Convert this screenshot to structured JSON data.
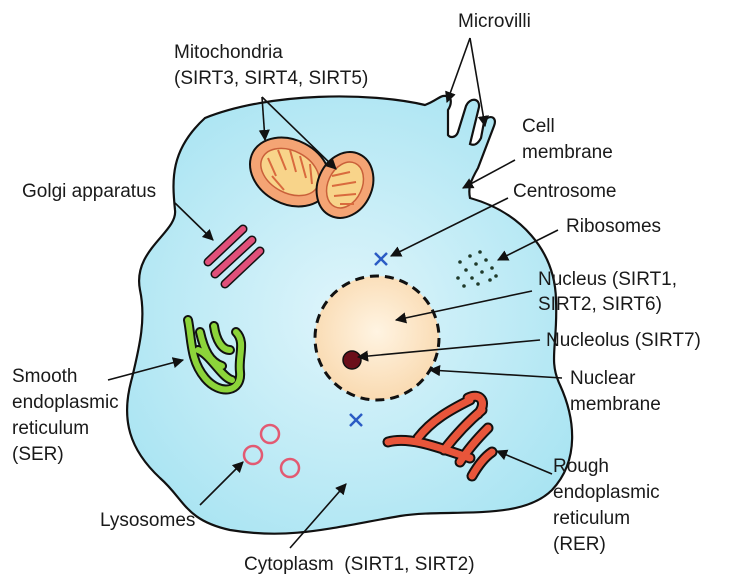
{
  "labels": {
    "microvilli": "Microvilli",
    "mitochondria_1": "Mitochondria",
    "mitochondria_2": "(SIRT3, SIRT4, SIRT5)",
    "cell_membrane_1": "Cell",
    "cell_membrane_2": "membrane",
    "golgi": "Golgi apparatus",
    "centrosome": "Centrosome",
    "ribosomes": "Ribosomes",
    "nucleus_1": "Nucleus (SIRT1,",
    "nucleus_2": "SIRT2, SIRT6)",
    "nucleolus": "Nucleolus (SIRT7)",
    "nuclear_membrane_1": "Nuclear",
    "nuclear_membrane_2": "membrane",
    "ser_1": "Smooth",
    "ser_2": "endoplasmic",
    "ser_3": "reticulum",
    "ser_4": "(SER)",
    "rer_1": "Rough",
    "rer_2": "endoplasmic",
    "rer_3": "reticulum",
    "rer_4": "(RER)",
    "lysosomes": "Lysosomes",
    "cytoplasm": "Cytoplasm  (SIRT1, SIRT2)"
  },
  "colors": {
    "cytoplasm_fill": "#a9e4f2",
    "cell_outline": "#111111",
    "mitochondria_fill": "#f4a474",
    "mitochondria_inner": "#f8d48a",
    "golgi": "#e0507a",
    "ser": "#8cd43a",
    "rer": "#e8553a",
    "nucleus_fill": "#fce3bf",
    "nucleolus": "#6b0f1a",
    "centrosome": "#2a5bc4",
    "lysosome": "#e25a72"
  }
}
